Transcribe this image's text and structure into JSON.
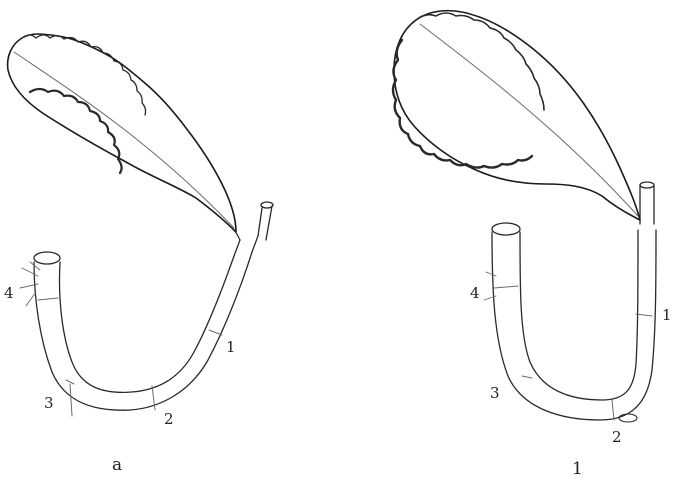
{
  "figures": [
    {
      "caption": "a",
      "node_labels": [
        "1",
        "2",
        "3",
        "4"
      ]
    },
    {
      "caption": "1",
      "node_labels": [
        "1",
        "2",
        "3",
        "4"
      ]
    }
  ]
}
